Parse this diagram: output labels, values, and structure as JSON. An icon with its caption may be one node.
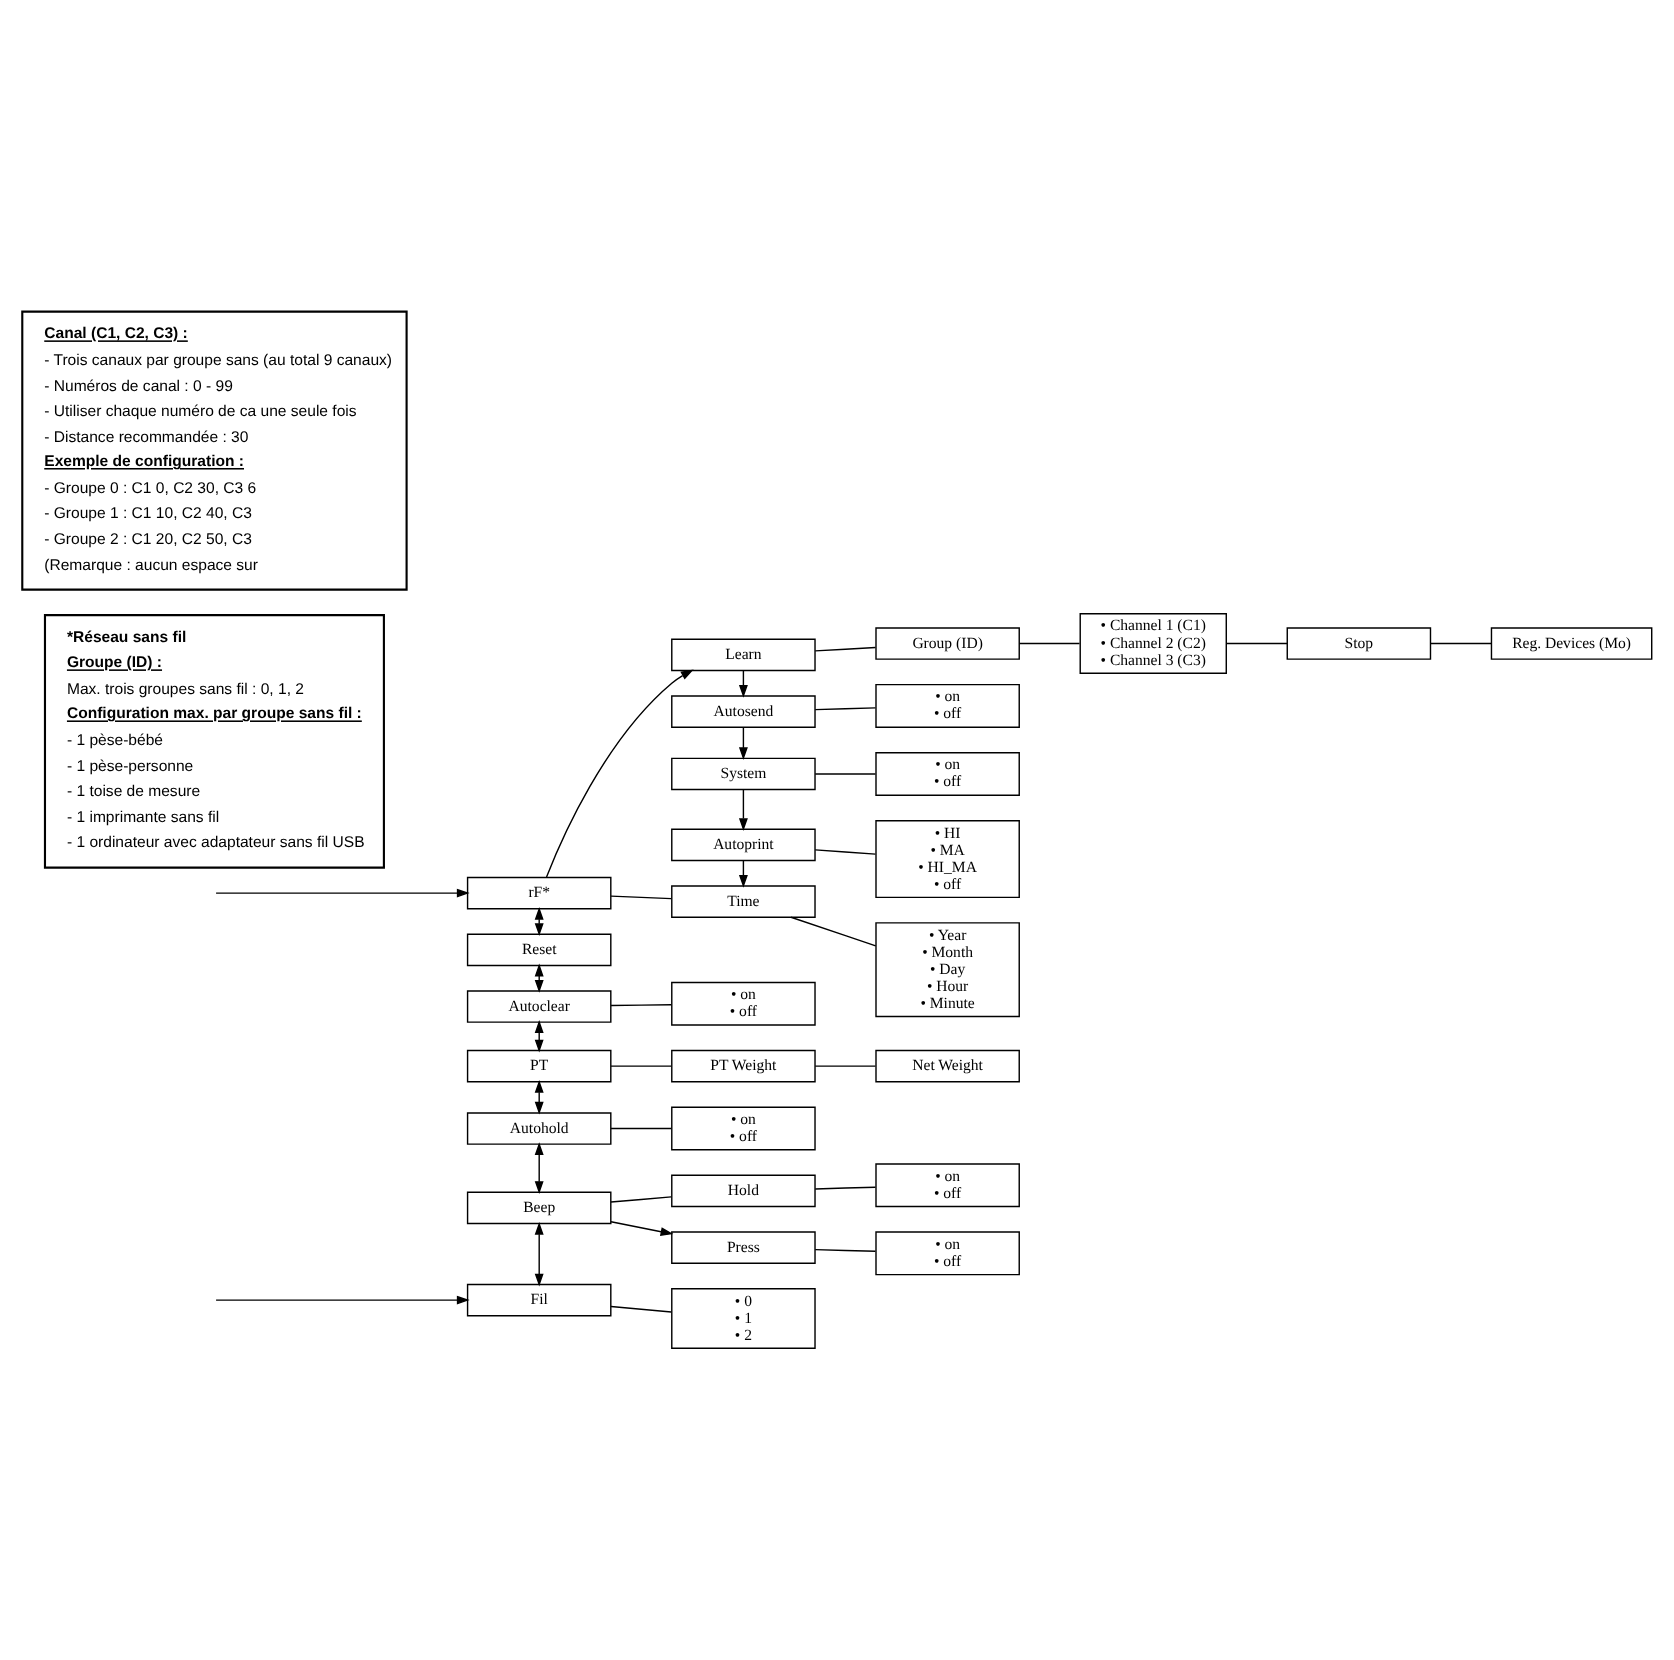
{
  "diagram": {
    "nodes": [
      {
        "text": [
          "rF*"
        ]
      },
      {
        "text": [
          "Learn"
        ]
      },
      {
        "text": [
          "Group (ID)"
        ]
      },
      {
        "text": [
          "• Channel 1 (C1)",
          "• Channel 2 (C2)",
          "• Channel 3 (C3)"
        ]
      },
      {
        "text": [
          "Stop"
        ]
      },
      {
        "text": [
          "Reg. Devices (Mo)"
        ]
      },
      {
        "text": [
          "Autosend"
        ]
      },
      {
        "text": [
          "• on",
          "• off"
        ]
      },
      {
        "text": [
          "System"
        ]
      },
      {
        "text": [
          "• on",
          "• off"
        ]
      },
      {
        "text": [
          "Autoprint"
        ]
      },
      {
        "text": [
          "• HI",
          "• MA",
          "• HI_MA",
          "• off"
        ]
      },
      {
        "text": [
          "Time"
        ]
      },
      {
        "text": [
          "• Year",
          "• Month",
          "• Day",
          "• Hour",
          "• Minute"
        ]
      },
      {
        "text": [
          "Reset"
        ]
      },
      {
        "text": [
          "Autoclear"
        ]
      },
      {
        "text": [
          "• on",
          "• off"
        ]
      },
      {
        "text": [
          "PT"
        ]
      },
      {
        "text": [
          "PT Weight"
        ]
      },
      {
        "text": [
          "Net Weight"
        ]
      },
      {
        "text": [
          "Autohold"
        ]
      },
      {
        "text": [
          "• on",
          "• off"
        ]
      },
      {
        "text": [
          "Beep"
        ]
      },
      {
        "text": [
          "Press"
        ]
      },
      {
        "text": [
          "• on",
          "• off"
        ]
      },
      {
        "text": [
          "Hold"
        ]
      },
      {
        "text": [
          "• on",
          "• off"
        ]
      },
      {
        "text": [
          "Fil"
        ]
      },
      {
        "text": [
          "• 0",
          "• 1",
          "• 2"
        ]
      },
      {
        "text": [
          "*Réseau sans fil",
          "Groupe (ID) :",
          "Max. trois groupes sans fil : 0, 1, 2",
          "Configuration max. par groupe sans fil :",
          "- 1 pèse-bébé",
          "- 1 pèse-personne",
          "- 1 toise de mesure",
          "- 1 imprimante sans fil",
          "- 1 ordinateur avec adaptateur sans fil USB"
        ]
      },
      {
        "text": [
          "Canal (C1, C2, C3) :",
          "- Trois canaux par groupe sans (au total 9 canaux)",
          "- Numéros de canal : 0 - 99",
          "- Utiliser chaque numéro de ca une seule fois",
          "- Distance recommandée : 30",
          "Exemple de configuration :",
          "- Groupe 0 : C1 0, C2 30, C3 6",
          "- Groupe 1 : C1 10, C2 40, C3",
          "- Groupe 2 : C1 20, C2 50, C3",
          "(Remarque : aucun espace sur"
        ]
      }
    ],
    "edges": [
      {
        "from": null,
        "to": 0,
        "arrow": "to"
      },
      {
        "from": 0,
        "to": 1,
        "arrow": "to"
      },
      {
        "from": 0,
        "to": 12,
        "arrow": "none"
      },
      {
        "from": 1,
        "to": 2,
        "arrow": "none"
      },
      {
        "from": 2,
        "to": 3,
        "arrow": "none"
      },
      {
        "from": 3,
        "to": 4,
        "arrow": "none"
      },
      {
        "from": 4,
        "to": 5,
        "arrow": "none"
      },
      {
        "from": 1,
        "to": 6,
        "arrow": "to"
      },
      {
        "from": 6,
        "to": 7,
        "arrow": "none"
      },
      {
        "from": 6,
        "to": 8,
        "arrow": "to"
      },
      {
        "from": 8,
        "to": 9,
        "arrow": "none"
      },
      {
        "from": 8,
        "to": 10,
        "arrow": "to"
      },
      {
        "from": 10,
        "to": 11,
        "arrow": "none"
      },
      {
        "from": 10,
        "to": 12,
        "arrow": "to"
      },
      {
        "from": 12,
        "to": 13,
        "arrow": "none"
      },
      {
        "from": 0,
        "to": 14,
        "arrow": "both"
      },
      {
        "from": 14,
        "to": 15,
        "arrow": "both"
      },
      {
        "from": 15,
        "to": 16,
        "arrow": "none"
      },
      {
        "from": 15,
        "to": 17,
        "arrow": "both"
      },
      {
        "from": 17,
        "to": 18,
        "arrow": "none"
      },
      {
        "from": 18,
        "to": 19,
        "arrow": "none"
      },
      {
        "from": 17,
        "to": 20,
        "arrow": "both"
      },
      {
        "from": 20,
        "to": 21,
        "arrow": "none"
      },
      {
        "from": 20,
        "to": 22,
        "arrow": "both"
      },
      {
        "from": 22,
        "to": 23,
        "arrow": "to"
      },
      {
        "from": 23,
        "to": 24,
        "arrow": "none"
      },
      {
        "from": 22,
        "to": 25,
        "arrow": "none"
      },
      {
        "from": 25,
        "to": 26,
        "arrow": "none"
      },
      {
        "from": 22,
        "to": 27,
        "arrow": "both"
      },
      {
        "from": 27,
        "to": 28,
        "arrow": "none"
      },
      {
        "from": null,
        "to": 27,
        "arrow": "to"
      }
    ]
  }
}
